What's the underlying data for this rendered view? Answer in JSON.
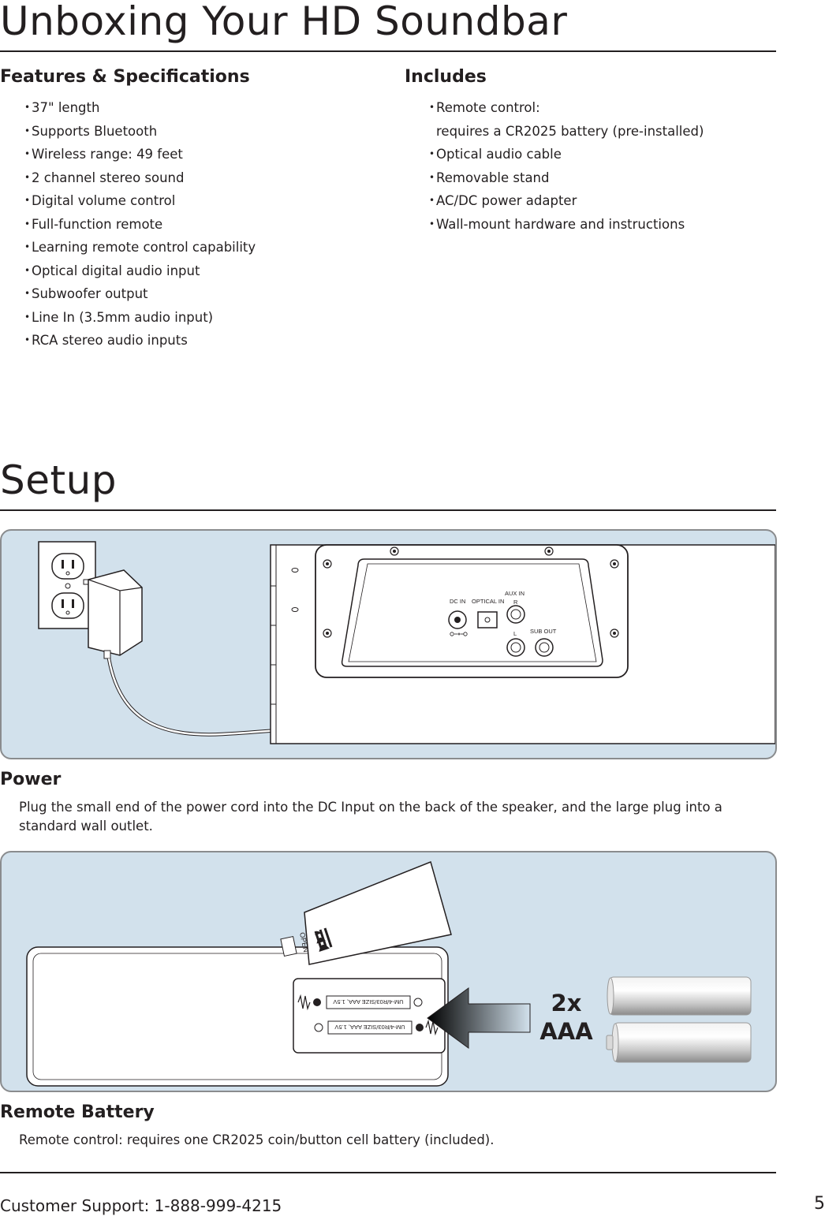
{
  "unboxing": {
    "title": "Unboxing Your HD Soundbar",
    "features": {
      "heading": "Features & Specifications",
      "items": [
        "37\" length",
        "Supports Bluetooth",
        "Wireless range: 49 feet",
        "2 channel stereo sound",
        "Digital volume control",
        "Full-function remote",
        "Learning remote control capability",
        "Optical digital audio input",
        "Subwoofer output",
        "Line In (3.5mm audio input)",
        "RCA stereo audio inputs"
      ]
    },
    "includes": {
      "heading": "Includes",
      "remote_line1": "Remote control:",
      "remote_line2": "requires a CR2025 battery (pre-installed)",
      "items": [
        "Optical audio cable",
        "Removable stand",
        "AC/DC power adapter",
        "Wall-mount hardware and instructions"
      ]
    }
  },
  "setup": {
    "title": "Setup",
    "power_figure": {
      "labels": {
        "dc_in": "DC IN",
        "optical_in": "OPTICAL IN",
        "aux_in": "AUX IN",
        "aux_r": "R",
        "aux_l": "L",
        "sub_out": "SUB OUT"
      }
    },
    "power": {
      "heading": "Power",
      "text": "Plug the small end of the power cord into the DC Input on the back of the speaker, and the large plug into a standard wall outlet."
    },
    "battery_figure": {
      "cover_label": "OPEN",
      "cell_label": "UM-4/R03/SIZE AAA, 1.5V",
      "count": "2x",
      "type": "AAA"
    },
    "remote_battery": {
      "heading": "Remote Battery",
      "text": "Remote control: requires one CR2025 coin/button cell battery (included)."
    }
  },
  "footer": {
    "support": "Customer Support: 1-888-999-4215",
    "page_number": "5"
  }
}
